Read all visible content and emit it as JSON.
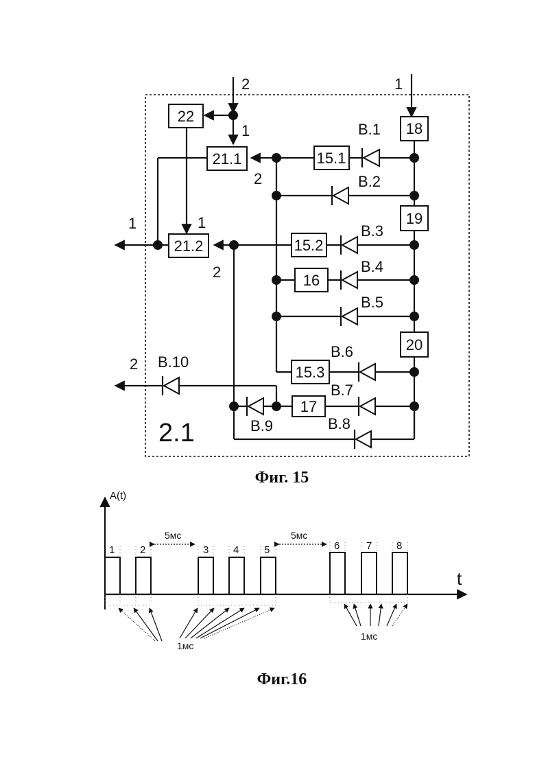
{
  "fig15": {
    "caption": "Фиг. 15",
    "unit_label": "2.1",
    "blocks": {
      "b22": "22",
      "b211": "21.1",
      "b212": "21.2",
      "b151": "15.1",
      "b152": "15.2",
      "b153": "15.3",
      "b16": "16",
      "b17": "17",
      "b18": "18",
      "b19": "19",
      "b20": "20"
    },
    "diodes": {
      "d1": "B.1",
      "d2": "B.2",
      "d3": "B.3",
      "d4": "B.4",
      "d5": "B.5",
      "d6": "B.6",
      "d7": "B.7",
      "d8": "B.8",
      "d9": "B.9",
      "d10": "B.10"
    },
    "ports": {
      "in_top_left": "2",
      "in_top_right": "1",
      "in_211": "1",
      "in_211_side": "2",
      "in_212": "1",
      "in_212_side": "2",
      "out_1": "1",
      "out_2": "2"
    }
  },
  "fig16": {
    "caption": "Фиг.16",
    "y_axis": "A(t)",
    "x_axis": "t",
    "gap_label_1": "5мс",
    "gap_label_2": "5мс",
    "pulse_label_a": "1мс",
    "pulse_label_b": "1мс",
    "pulses": [
      "1",
      "2",
      "3",
      "4",
      "5",
      "6",
      "7",
      "8"
    ]
  }
}
